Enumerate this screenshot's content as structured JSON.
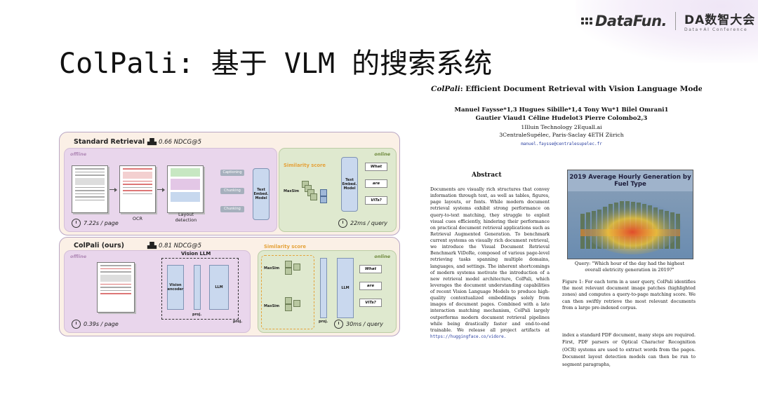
{
  "header": {
    "brand_datafun": "DataFun.",
    "brand_da": "DA数智大会",
    "brand_da_sub": "Data+AI Conference"
  },
  "slide": {
    "title": "ColPali: 基于 VLM 的搜索系统"
  },
  "diagram": {
    "standard": {
      "title": "Standard Retrieval",
      "score": "0.66 NDCG@5",
      "offline_tag": "offline",
      "online_tag": "online",
      "ocr_label": "OCR",
      "layout_label": "Layout detection",
      "captioning": "Captioning",
      "chunking_1": "Chunking",
      "chunking_2": "Chunking",
      "text_model": "Text Embed. Model",
      "similarity": "Similarity score",
      "maxsim": "MaxSim",
      "query_model": "Text Embed. Model",
      "q1": "What",
      "q2": "are",
      "q3": "ViTs?",
      "time_offline": "7.22s / page",
      "time_online": "22ms / query"
    },
    "colpali": {
      "title": "ColPali (ours)",
      "score": "0.81 NDCG@5",
      "offline_tag": "offline",
      "online_tag": "online",
      "vision_llm": "Vision LLM",
      "vision_encoder": "Vision encoder",
      "llm": "LLM",
      "proj_1": "proj.",
      "proj_2": "proj.",
      "proj_3": "proj.",
      "similarity": "Similarity score",
      "maxsim_1": "MaxSim",
      "maxsim_2": "MaxSim",
      "llm_q": "LLM",
      "q1": "What",
      "q2": "are",
      "q3": "ViTs?",
      "time_offline": "0.39s / page",
      "time_online": "30ms / query"
    }
  },
  "paper": {
    "title_name": "ColPali",
    "title_rest": ": Efficient Document Retrieval with Vision Language Models",
    "authors_1": "Manuel Faysse*1,3   Hugues Sibille*1,4   Tony Wu*1   Bilel Omrani1",
    "authors_2": "Gautier Viaud1   Céline Hudelot3   Pierre Colombo2,3",
    "aff_1": "1Illuin Technology   2Equall.ai",
    "aff_2": "3CentraleSupélec, Paris-Saclay   4ETH Zürich",
    "email": "manuel.faysse@centralesupelec.fr",
    "abstract_heading": "Abstract",
    "abstract_text": "Documents are visually rich structures that convey information through text, as well as tables, figures, page layouts, or fonts. While modern document retrieval systems exhibit strong performance on query-to-text matching, they struggle to exploit visual cues efficiently, hindering their performance on practical document retrieval applications such as Retrieval Augmented Generation. To benchmark current systems on visually rich document retrieval, we introduce the Visual Document Retrieval Benchmark ViDoRe, composed of various page-level retrieving tasks spanning multiple domains, languages, and settings. The inherent shortcomings of modern systems motivate the introduction of a new retrieval model architecture, ColPali, which leverages the document understanding capabilities of recent Vision Language Models to produce high-quality contextualized embeddings solely from images of document pages. Combined with a late interaction matching mechanism, ColPali largely outperforms modern document retrieval pipelines while being drastically faster and end-to-end trainable. We release all project artifacts at",
    "abstract_url": "https://huggingface.co/vidore.",
    "figure_title": "2019 Average Hourly Generation by Fuel Type",
    "query_text": "Query: \"Which hour of the day had the highest overall eletricity generation in 2019?\"",
    "figure_caption": "Figure 1: For each term in a user query, ColPali identifies the most relevant document image patches (highlighted zones) and computes a query-to-page matching score. We can then swiftly retrieve the most relevant documents from a large pre-indexed corpus.",
    "body_text": "index a standard PDF document, many steps are required. First, PDF parsers or Optical Character Recognition (OCR) systems are used to extract words from the pages. Document layout detection models can then be run to segment paragraphs,"
  }
}
